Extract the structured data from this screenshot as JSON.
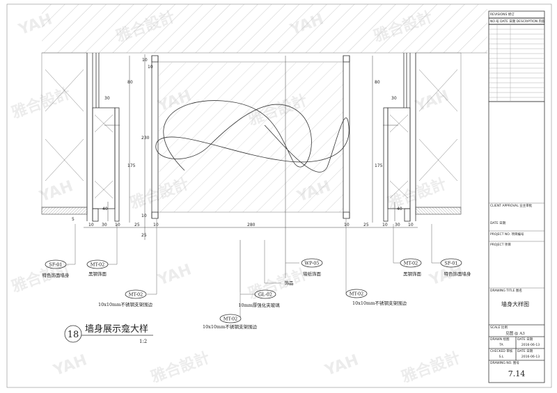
{
  "drawing": {
    "number": "18",
    "title": "墙身展示龛大样",
    "scale": "1:2",
    "dimensions": {
      "top_left_10": "10",
      "left_80": "80",
      "left_30": "30",
      "left_175": "175",
      "left_40": "40",
      "center_230": "230",
      "center_top_10": "10",
      "center_bottom_10": "10",
      "center_25": "25",
      "right_80": "80",
      "right_30": "30",
      "right_175": "175",
      "right_40": "40",
      "left_5": "5",
      "bottom_row": [
        "10",
        "30",
        "10",
        "25",
        "10",
        "280",
        "10",
        "25",
        "10",
        "30",
        "10"
      ]
    },
    "callouts": [
      {
        "tag": "SF-01",
        "note": "特色饰面墙身"
      },
      {
        "tag": "MT-02",
        "note": "黑钢饰面"
      },
      {
        "tag": "MT-02",
        "note": "10x10mm不锈钢支架围边"
      },
      {
        "tag": "GL-02",
        "note": "10mm厚强化夹玻璃"
      },
      {
        "tag": "",
        "note": "饰品"
      },
      {
        "tag": "WP-05",
        "note": "墙纸饰面"
      },
      {
        "tag": "MT-02",
        "note": "10x10mm不锈钢支架围边"
      },
      {
        "tag": "MT-02",
        "note": "黑钢饰面"
      },
      {
        "tag": "SF-01",
        "note": "特色饰面墙身"
      },
      {
        "tag": "MT-02",
        "note": "10x10mm不锈钢支架围边"
      }
    ]
  },
  "title_block": {
    "revisions": "REVISIONS 修订",
    "rev_header": "NO.号 DATE 日期 DESCRIPTION 内容",
    "client_approval": "CLIENT APPROVAL 业主审批",
    "date": "DATE 日期",
    "project_no": "PROJECT NO. 项目编号",
    "project": "PROJECT 项目",
    "drawing_title_label": "DRAWING TITLE 图名",
    "drawing_title": "墙身大样图",
    "scale_label": "SCALE 比例",
    "scale_value": "见图 @ A3",
    "drawn_label": "DRAWN 绘图",
    "drawn_value": "TA",
    "drawn_date_label": "DATE 日期",
    "drawn_date": "2016-06-13",
    "checked_label": "CHECKED 审核",
    "checked_value": "S.L",
    "checked_date_label": "DATE 日期",
    "checked_date": "2016-06-13",
    "drawing_no_label": "DRAWING NO. 图号",
    "drawing_no": "7.14"
  },
  "watermark": [
    "YAH",
    "雅合設計"
  ]
}
